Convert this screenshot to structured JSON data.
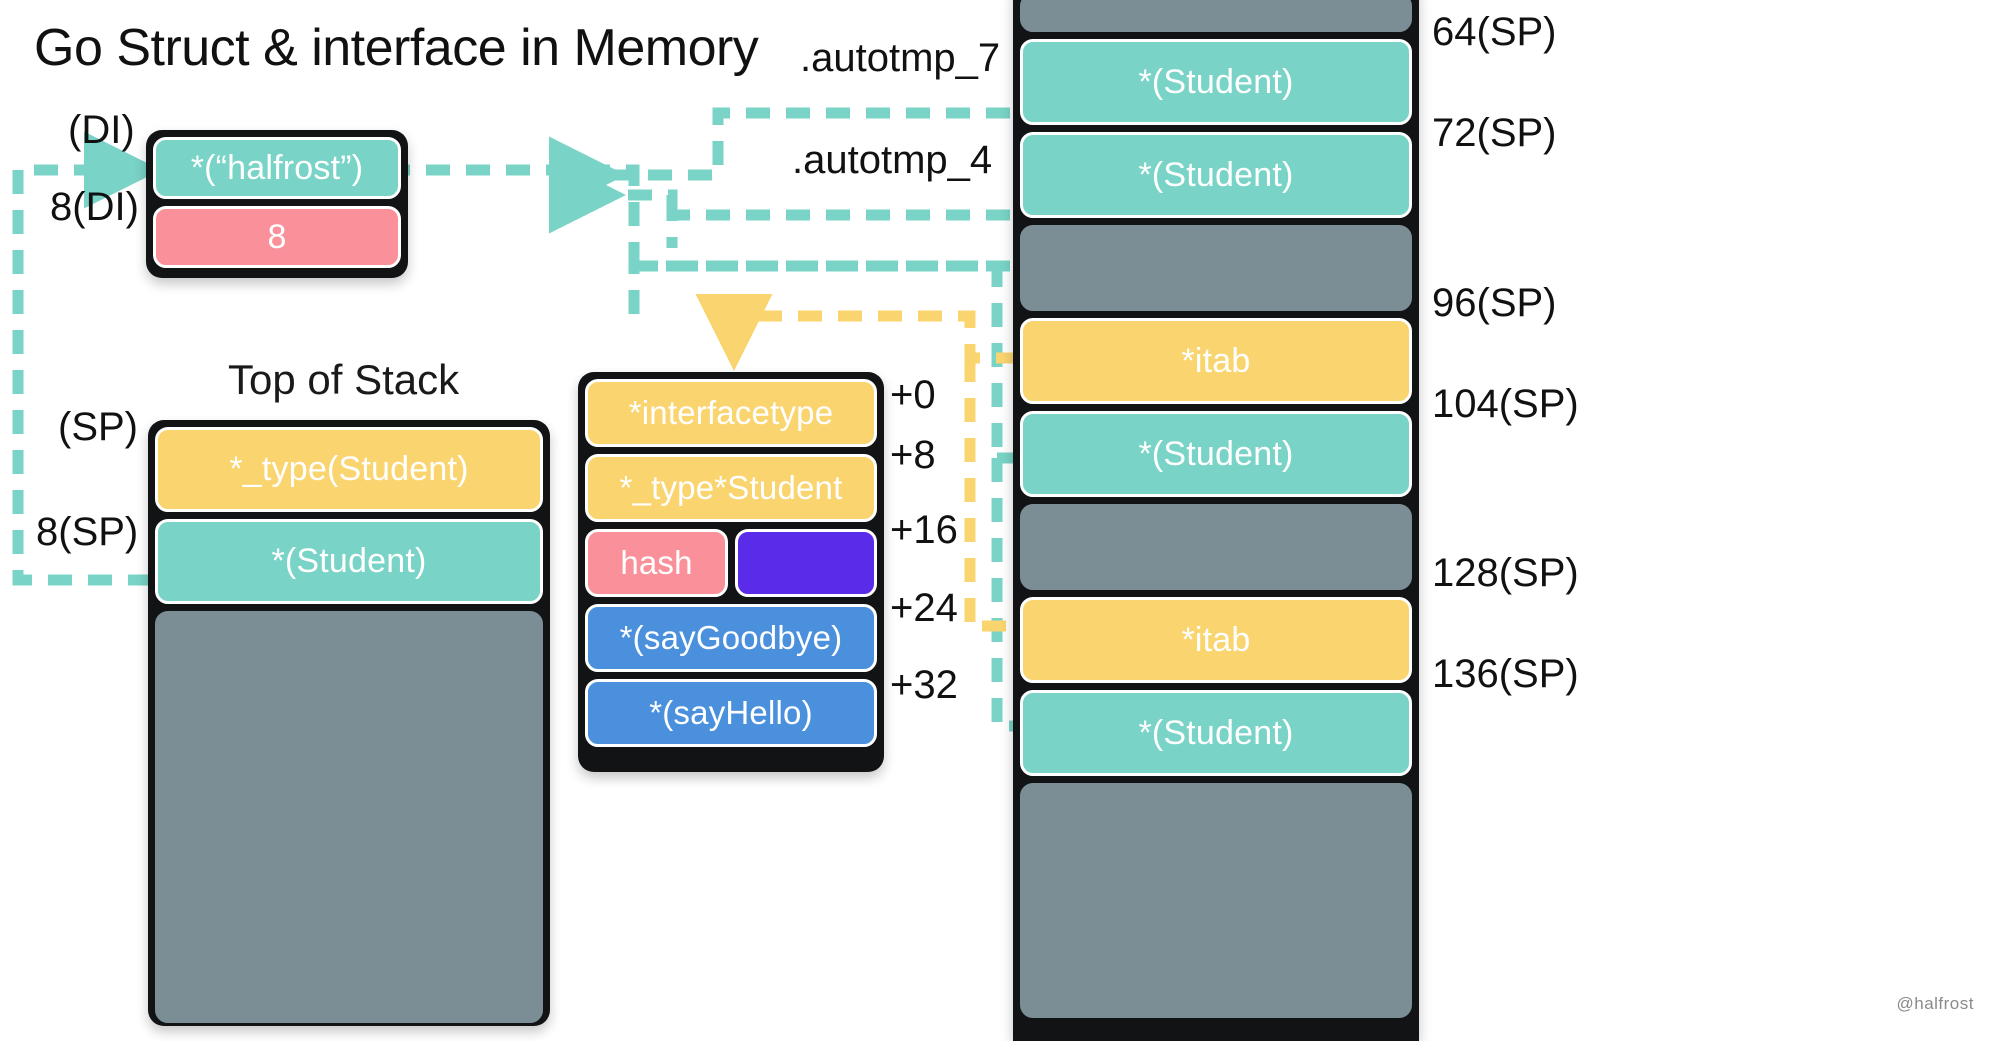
{
  "title": "Go Struct & interface in Memory",
  "watermark": "@halfrost",
  "colors": {
    "teal": "#79d3c6",
    "yellow": "#fad46e",
    "pink": "#fa909a",
    "purple": "#5b2bea",
    "blue": "#4a90dd",
    "gray": "#7b8e96",
    "frame": "#111315",
    "text": "#111111"
  },
  "struct_box": {
    "name": "struct-di-box",
    "labels": {
      "di": "(DI)",
      "di8": "8(DI)"
    },
    "slots": [
      {
        "text": "*(“halfrost”)",
        "color": "teal"
      },
      {
        "text": "8",
        "color": "pink"
      }
    ]
  },
  "left_stack": {
    "heading": "Top of Stack",
    "labels": {
      "sp": "(SP)",
      "sp8": "8(SP)"
    },
    "slots": [
      {
        "text": "*_type(Student)",
        "color": "yellow"
      },
      {
        "text": "*(Student)",
        "color": "teal"
      },
      {
        "text": "",
        "color": "gray"
      }
    ]
  },
  "iface_table": {
    "name": "itab-box",
    "offsets": [
      "+0",
      "+8",
      "+16",
      "+24",
      "+32"
    ],
    "rows": [
      {
        "cells": [
          {
            "text": "*interfacetype",
            "color": "yellow"
          }
        ]
      },
      {
        "cells": [
          {
            "text": "*_type*Student",
            "color": "yellow"
          }
        ]
      },
      {
        "cells": [
          {
            "text": "hash",
            "color": "pink"
          },
          {
            "text": "",
            "color": "purple"
          }
        ]
      },
      {
        "cells": [
          {
            "text": "*(sayGoodbye)",
            "color": "blue"
          }
        ]
      },
      {
        "cells": [
          {
            "text": "*(sayHello)",
            "color": "blue"
          }
        ]
      }
    ]
  },
  "right_stack": {
    "autotmp_labels": [
      ".autotmp_7",
      ".autotmp_4"
    ],
    "sp_labels": [
      "64(SP)",
      "72(SP)",
      "96(SP)",
      "104(SP)",
      "128(SP)",
      "136(SP)"
    ],
    "slots": [
      {
        "text": "",
        "color": "gray"
      },
      {
        "text": "*(Student)",
        "color": "teal"
      },
      {
        "text": "*(Student)",
        "color": "teal"
      },
      {
        "text": "",
        "color": "gray"
      },
      {
        "text": "*itab",
        "color": "yellow"
      },
      {
        "text": "*(Student)",
        "color": "teal"
      },
      {
        "text": "",
        "color": "gray"
      },
      {
        "text": "*itab",
        "color": "yellow"
      },
      {
        "text": "*(Student)",
        "color": "teal"
      },
      {
        "text": "",
        "color": "gray"
      }
    ]
  }
}
